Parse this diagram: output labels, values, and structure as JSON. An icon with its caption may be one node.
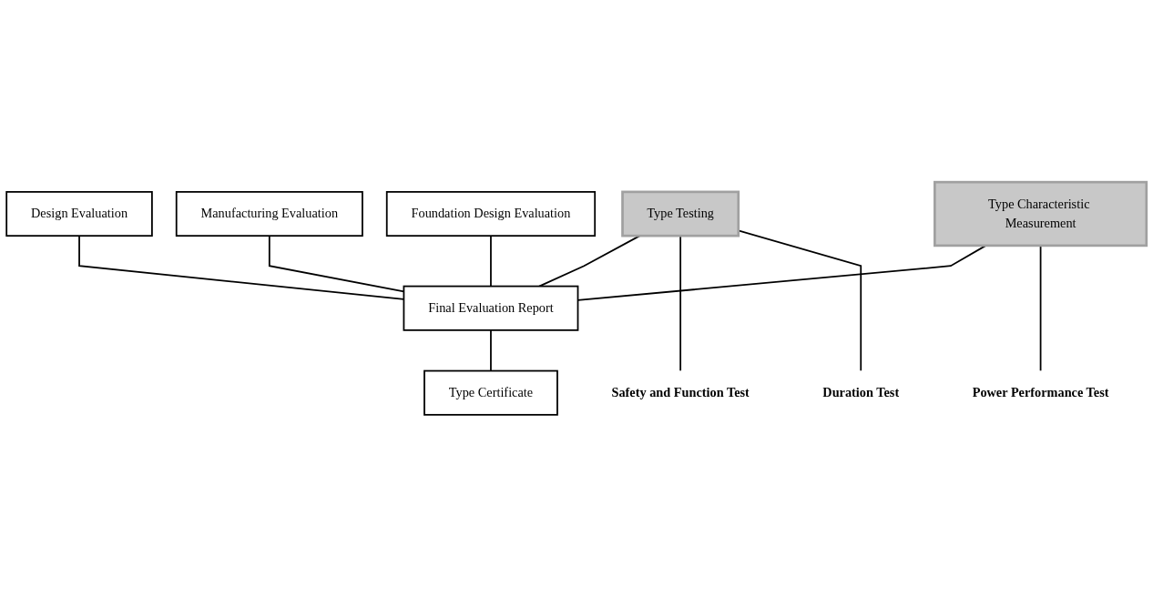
{
  "diagram": {
    "nodes": [
      {
        "text": [
          "Design Evaluation"
        ]
      },
      {
        "text": [
          "Type Testing"
        ]
      },
      {
        "text": [
          "Manufacturing Evaluation"
        ]
      },
      {
        "text": [
          "Foundation Design Evaluation"
        ]
      },
      {
        "text": [
          "Type Characteristic Measurement"
        ]
      },
      {
        "text": [
          "Final Evaluation Report"
        ]
      },
      {
        "text": [
          "Type Certificate"
        ]
      },
      {
        "text": [
          "Safety and Function Test"
        ]
      },
      {
        "text": [
          "Duration Test"
        ]
      },
      {
        "text": [
          "Power Performance Test"
        ]
      }
    ],
    "edges": [
      {
        "from": 0,
        "to": 5,
        "arrow": "none"
      },
      {
        "from": 1,
        "to": 5,
        "arrow": "none"
      },
      {
        "from": 2,
        "to": 5,
        "arrow": "none"
      },
      {
        "from": 3,
        "to": 5,
        "arrow": "none"
      },
      {
        "from": 4,
        "to": 5,
        "arrow": "none"
      },
      {
        "from": 1,
        "to": 7,
        "arrow": "none"
      },
      {
        "from": 1,
        "to": 8,
        "arrow": "none"
      },
      {
        "from": 4,
        "to": 9,
        "arrow": "none"
      },
      {
        "from": 5,
        "to": 6,
        "arrow": "none"
      }
    ]
  }
}
